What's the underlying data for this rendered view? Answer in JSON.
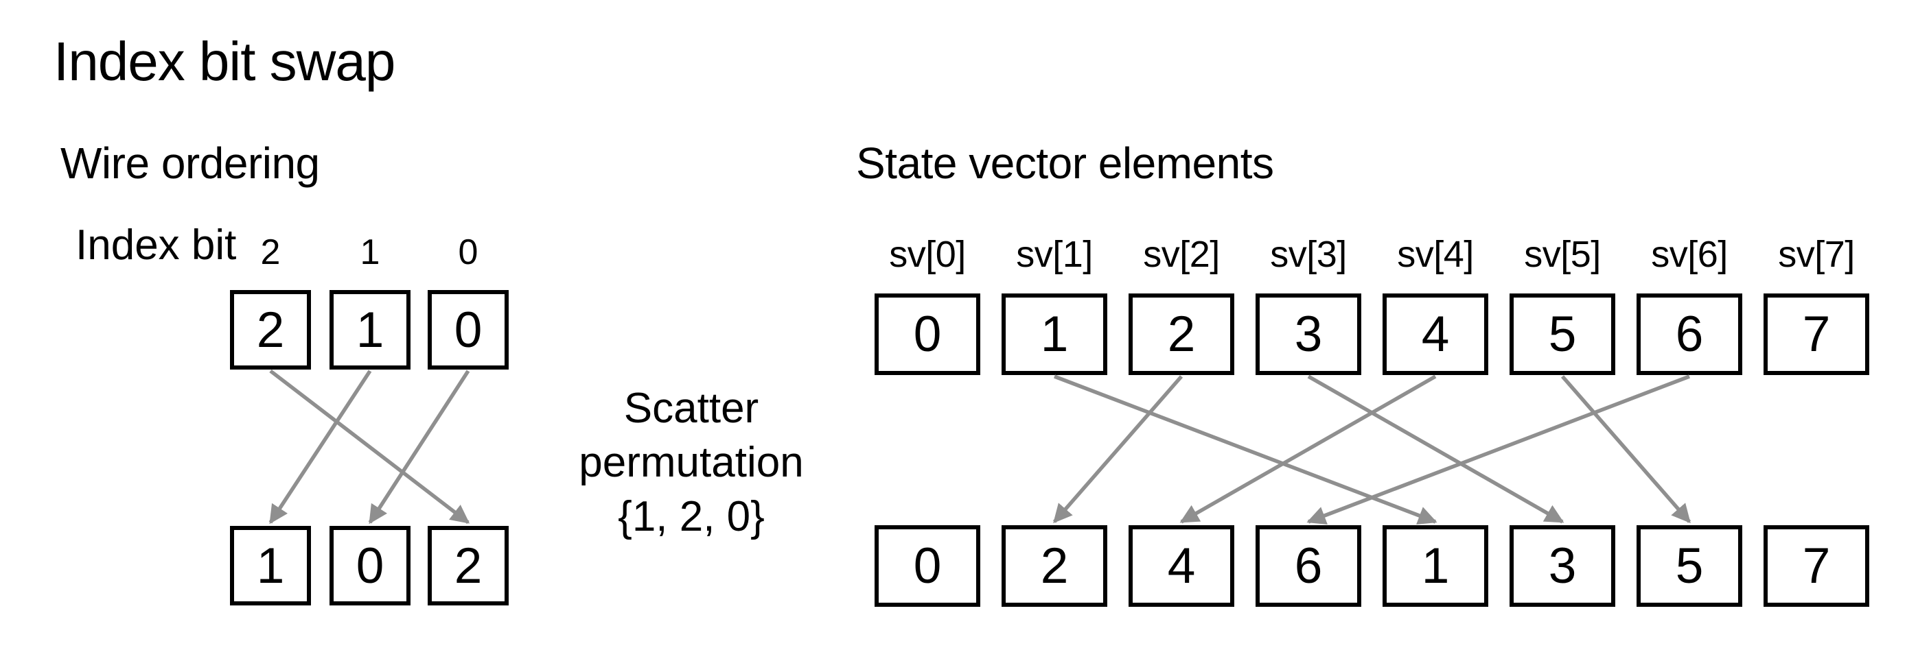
{
  "title": "Index bit swap",
  "colors": {
    "background": "#ffffff",
    "text": "#000000",
    "box_border": "#000000",
    "box_fill": "#ffffff",
    "arrow": "#8f8f8f"
  },
  "wire_ordering": {
    "heading": "Wire ordering",
    "index_bit_label": "Index bit",
    "bit_position_labels": [
      "2",
      "1",
      "0"
    ],
    "top_values": [
      "2",
      "1",
      "0"
    ],
    "bottom_values": [
      "1",
      "0",
      "2"
    ],
    "arrows": [
      {
        "from_index": 0,
        "to_index": 2
      },
      {
        "from_index": 1,
        "to_index": 0
      },
      {
        "from_index": 2,
        "to_index": 1
      }
    ]
  },
  "scatter": {
    "lines": [
      "Scatter",
      "permutation",
      "{1, 2, 0}"
    ]
  },
  "state_vector": {
    "heading": "State vector elements",
    "element_labels": [
      "sv[0]",
      "sv[1]",
      "sv[2]",
      "sv[3]",
      "sv[4]",
      "sv[5]",
      "sv[6]",
      "sv[7]"
    ],
    "top_values": [
      "0",
      "1",
      "2",
      "3",
      "4",
      "5",
      "6",
      "7"
    ],
    "bottom_values": [
      "0",
      "2",
      "4",
      "6",
      "1",
      "3",
      "5",
      "7"
    ],
    "arrows": [
      {
        "from_index": 1,
        "to_index": 4
      },
      {
        "from_index": 2,
        "to_index": 1
      },
      {
        "from_index": 3,
        "to_index": 5
      },
      {
        "from_index": 4,
        "to_index": 2
      },
      {
        "from_index": 5,
        "to_index": 6
      },
      {
        "from_index": 6,
        "to_index": 3
      }
    ]
  }
}
